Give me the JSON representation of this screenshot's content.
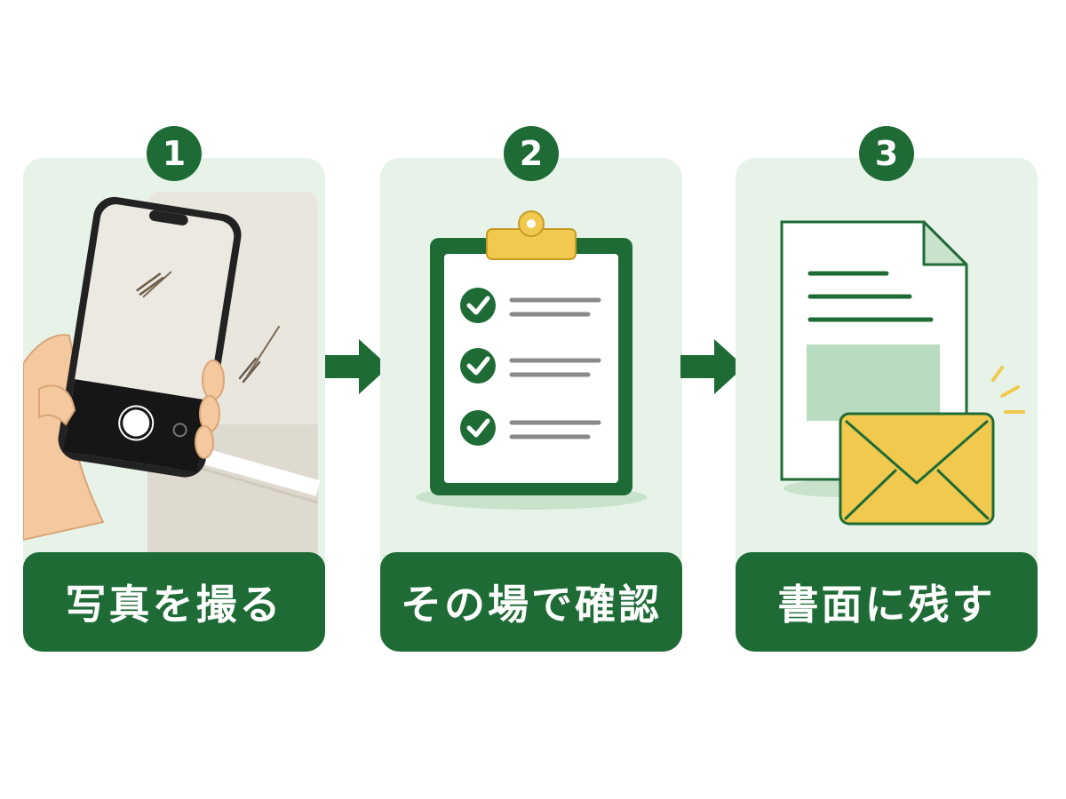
{
  "steps": [
    {
      "number": "1",
      "label": "写真を撮る",
      "icon": "smartphone-camera-icon"
    },
    {
      "number": "2",
      "label": "その場で確認",
      "icon": "clipboard-checklist-icon"
    },
    {
      "number": "3",
      "label": "書面に残す",
      "icon": "document-envelope-icon"
    }
  ],
  "colors": {
    "primary_green": "#1e6b36",
    "card_background": "#e7f3e8",
    "accent_yellow": "#f0c94e"
  }
}
